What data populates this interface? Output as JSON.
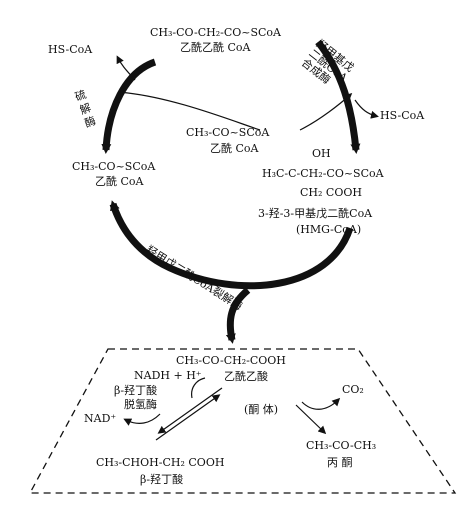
{
  "cycle": {
    "acetoacetyl_formula": "CH₃-CO-CH₂-CO~SCoA",
    "acetoacetyl_name": "乙酰乙酰 CoA",
    "hs_coa_top": "HS-CoA",
    "enzyme_thiolase": "硫解酶",
    "enzyme_hmg_synthase": "羟甲基戊二酰CoA合成酶",
    "hs_coa_right": "HS-CoA",
    "acetyl_center_formula": "CH₃-CO~SCoA",
    "acetyl_center_name": "乙酰 CoA",
    "acetyl_left_formula": "CH₃-CO~SCoA",
    "acetyl_left_name": "乙酰 CoA",
    "hmg_oh": "OH",
    "hmg_main": "H₃C-C-CH₂-CO~SCoA",
    "hmg_sub": "CH₂ COOH",
    "hmg_name": "3-羟-3-甲基戊二酰CoA",
    "hmg_abbr": "(HMG-CoA)",
    "enzyme_hmg_lyase": "羟甲戊二酰CoA裂解酶"
  },
  "ketone_box": {
    "acetoacetate_formula": "CH₃-CO-CH₂-COOH",
    "acetoacetate_name": "乙酰乙酸",
    "nadh": "NADH + H⁺",
    "dehydrogenase_line1": "β-羟丁酸",
    "dehydrogenase_line2": "脱氢酶",
    "nad": "NAD⁺",
    "ketone_label": "(酮 体)",
    "co2": "CO₂",
    "acetone_formula": "CH₃-CO-CH₃",
    "acetone_name": "丙 酮",
    "hydroxybutyrate_formula": "CH₃-CHOH-CH₂ COOH",
    "hydroxybutyrate_name": "β-羟丁酸"
  }
}
